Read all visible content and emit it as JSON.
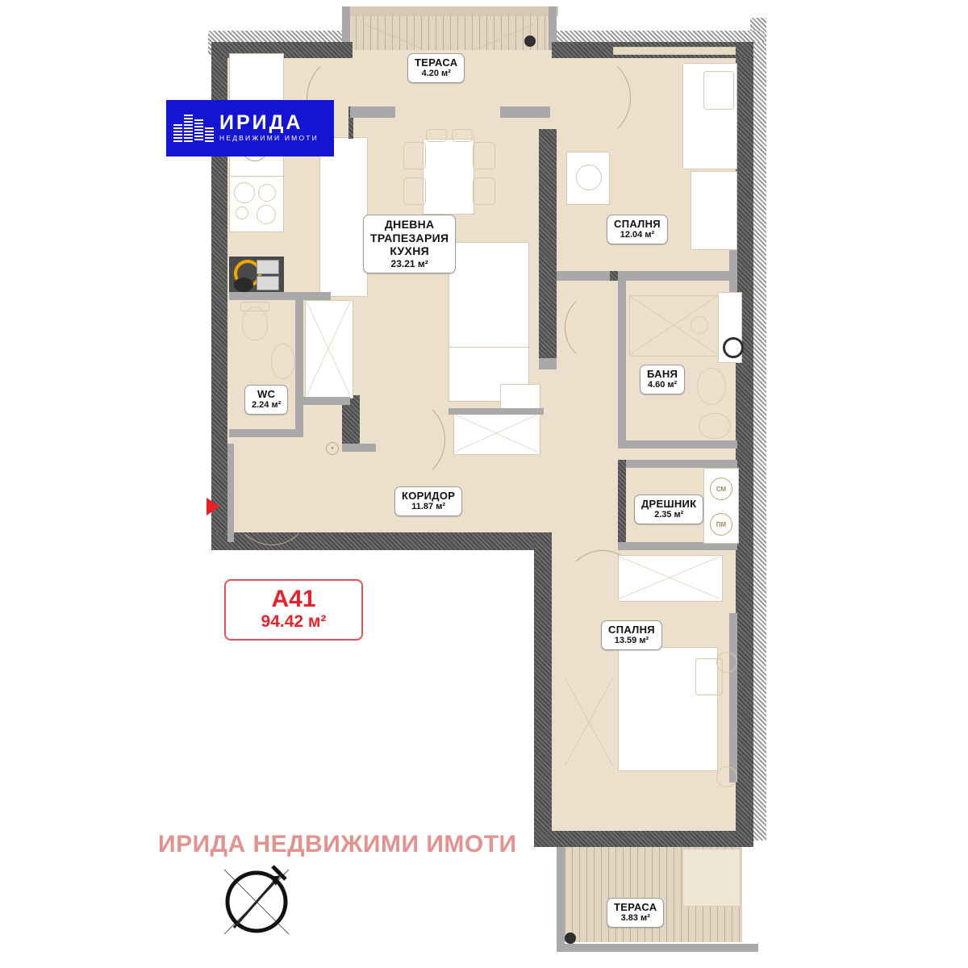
{
  "plan": {
    "apartment": {
      "code": "A41",
      "area": "94.42 м²"
    },
    "rooms": [
      {
        "key": "terrace_top",
        "name": "ТЕРАСА",
        "area": "4.20 м²"
      },
      {
        "key": "living",
        "name": "ДНЕВНА",
        "name2": "ТРАПЕЗАРИЯ",
        "name3": "КУХНЯ",
        "area": "23.21 м²"
      },
      {
        "key": "bedroom_top",
        "name": "СПАЛНЯ",
        "area": "12.04 м²"
      },
      {
        "key": "bath",
        "name": "БАНЯ",
        "area": "4.60 м²"
      },
      {
        "key": "wc",
        "name": "WC",
        "area": "2.24 м²"
      },
      {
        "key": "corridor",
        "name": "КОРИДОР",
        "area": "11.87 м²"
      },
      {
        "key": "wardrobe",
        "name": "ДРЕШНИК",
        "area": "2.35 м²"
      },
      {
        "key": "bedroom_bot",
        "name": "СПАЛНЯ",
        "area": "13.59 м²"
      },
      {
        "key": "terrace_bot",
        "name": "ТЕРАСА",
        "area": "3.83 м²"
      }
    ],
    "appliances": [
      {
        "key": "washer",
        "label": "СМ"
      },
      {
        "key": "dishwasher",
        "label": "ПМ"
      }
    ]
  },
  "branding": {
    "logo_title": "ИРИДА",
    "logo_subtitle": "НЕДВИЖИМИ ИМОТИ",
    "watermark": "ИРИДА НЕДВИЖИМИ ИМОТИ"
  },
  "colors": {
    "floor": "#ece0cc",
    "wall": "#3a3a3a",
    "accent_red": "#e8232c",
    "logo_blue": "#1414d2",
    "watermark_pink": "#e2928f"
  }
}
